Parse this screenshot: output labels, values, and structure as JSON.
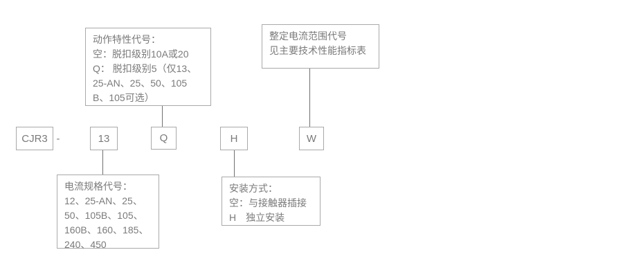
{
  "diagram": {
    "title_semantics": "CJR3 model designation diagram",
    "model_code": {
      "prefix": "CJR3",
      "separator": "-",
      "segment_current_spec": "13",
      "segment_trip_class": "Q",
      "segment_mounting": "H",
      "segment_range": "W"
    },
    "callouts": {
      "trip_class": {
        "lines": [
          "动作特性代号：",
          "空：脱扣级别10A或20",
          "Q： 脱扣级别5（仅13、",
          "25-AN、25、50、105",
          "B、105可选）"
        ]
      },
      "current_setting_range": {
        "lines": [
          "整定电流范围代号",
          "见主要技术性能指标表"
        ]
      },
      "current_spec": {
        "lines": [
          "电流规格代号：",
          "12、25-AN、25、",
          "50、105B、105、",
          "160B、160、185、",
          "240、450"
        ]
      },
      "mounting_method": {
        "lines": [
          "安装方式：",
          "空：与接触器插接",
          "H　独立安装"
        ]
      }
    },
    "colors": {
      "background": "#ffffff",
      "text": "#7a7a7a",
      "box_border": "#a9a9a9",
      "connector_line": "#6f6f6f"
    }
  }
}
